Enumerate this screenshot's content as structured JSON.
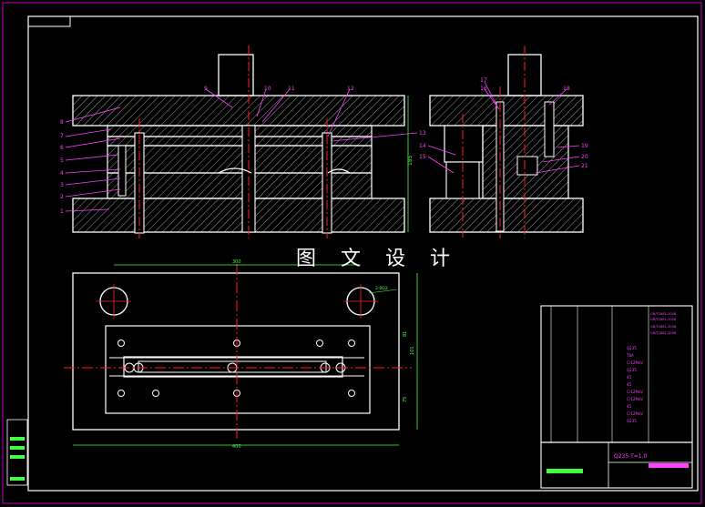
{
  "watermark": "图 文 设 计",
  "balloons_front": [
    "8",
    "7",
    "6",
    "5",
    "4",
    "3",
    "2",
    "1",
    "9",
    "10",
    "11",
    "12",
    "13",
    "14",
    "15"
  ],
  "balloons_side": [
    "17",
    "16",
    "18",
    "19",
    "20",
    "21"
  ],
  "dims": {
    "front_height": "185",
    "top_width": "300",
    "overall_width": "400",
    "hole_note": "2-Ø32",
    "right_a": "81",
    "right_b": "101",
    "right_c": "75"
  },
  "title_block": {
    "standards": [
      "GB/T2861-2008",
      "GB/T2861-2008",
      "GB/T2861-2008",
      "GB/T2861-2008"
    ],
    "materials": [
      "Q235",
      "T8A",
      "Cr12MoV",
      "Q235",
      "45",
      "45",
      "Cr12MoV",
      "Cr12MoV",
      "45",
      "Cr12MoV",
      "Q235"
    ],
    "material_label": "Q235  T=1.0"
  },
  "colors": {
    "frame": "#c800c8",
    "outline": "#ffffff",
    "center": "#ff2020",
    "leader": "#ff40ff",
    "dim": "#40ff40",
    "hatch": "#ffffff"
  }
}
